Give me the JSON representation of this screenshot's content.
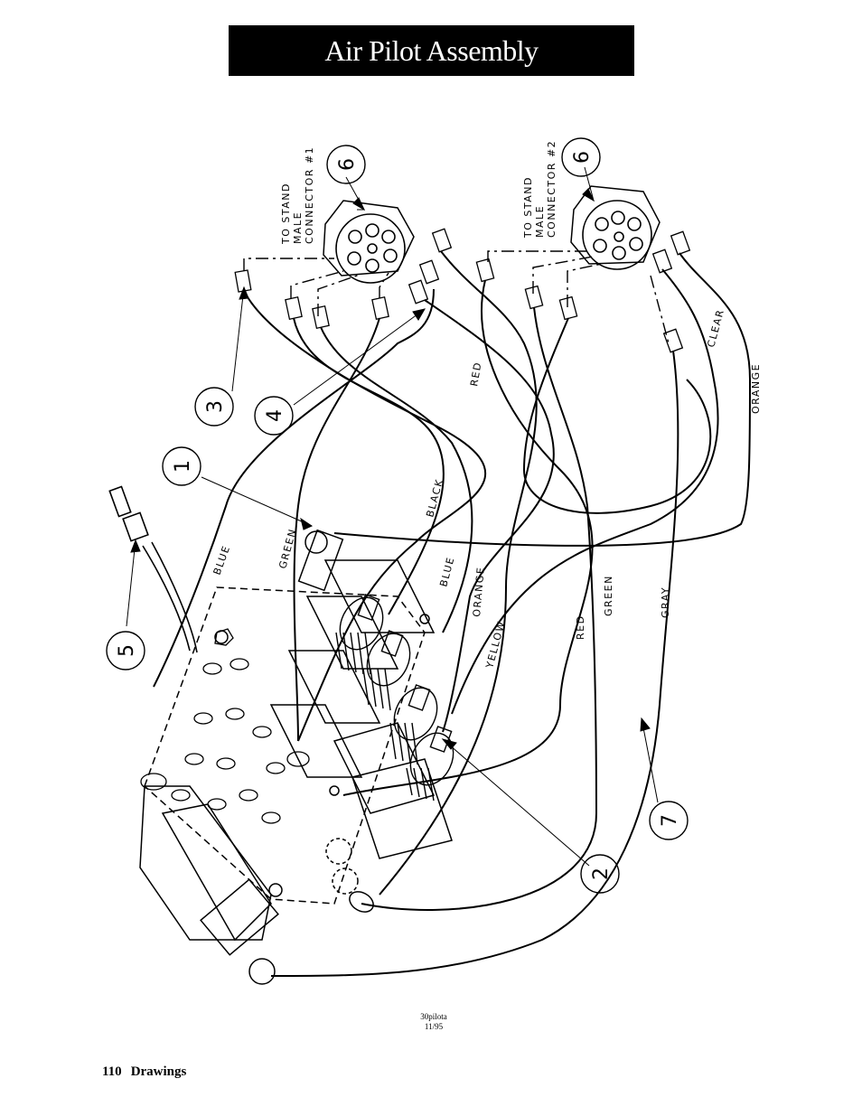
{
  "page": {
    "title": "Air Pilot Assembly",
    "drawing_id": "30pilota",
    "drawing_date": "11/95",
    "page_number": "110",
    "section": "Drawings"
  },
  "connectors": [
    {
      "line1": "TO STAND",
      "line2": "MALE",
      "line3": "CONNECTOR #1"
    },
    {
      "line1": "TO STAND",
      "line2": "MALE",
      "line3": "CONNECTOR #2"
    }
  ],
  "callouts": [
    "1",
    "2",
    "3",
    "4",
    "5",
    "6",
    "6",
    "7"
  ],
  "wire_labels": {
    "red_top": "RED",
    "clear": "CLEAR",
    "orange_right": "ORANGE",
    "black": "BLACK",
    "blue_left": "BLUE",
    "green_left": "GREEN",
    "blue_mid": "BLUE",
    "orange_mid": "ORANGE",
    "yellow": "YELLOW",
    "red_mid": "RED",
    "green_mid": "GREEN",
    "gray": "GRAY"
  }
}
